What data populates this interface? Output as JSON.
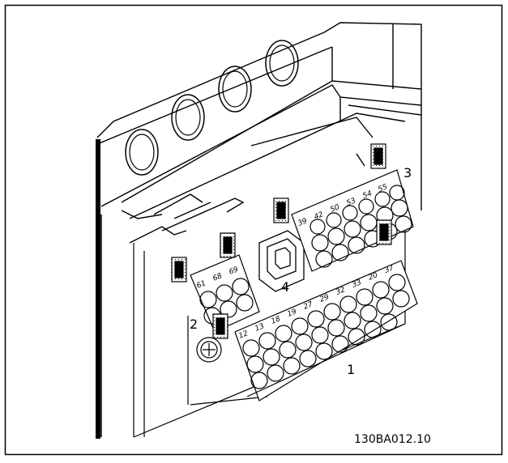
{
  "figure": {
    "doc_id": "130BA012.10",
    "callouts": [
      {
        "id": "callout-1",
        "text": "1"
      },
      {
        "id": "callout-2",
        "text": "2"
      },
      {
        "id": "callout-3",
        "text": "3"
      },
      {
        "id": "callout-4",
        "text": "4"
      }
    ],
    "terminal_groups": {
      "upper_right": [
        "39",
        "42",
        "50",
        "53",
        "54",
        "55"
      ],
      "left_small": [
        "61",
        "68",
        "69"
      ],
      "main": [
        "12",
        "13",
        "18",
        "19",
        "27",
        "29",
        "32",
        "33",
        "20",
        "37"
      ]
    }
  }
}
